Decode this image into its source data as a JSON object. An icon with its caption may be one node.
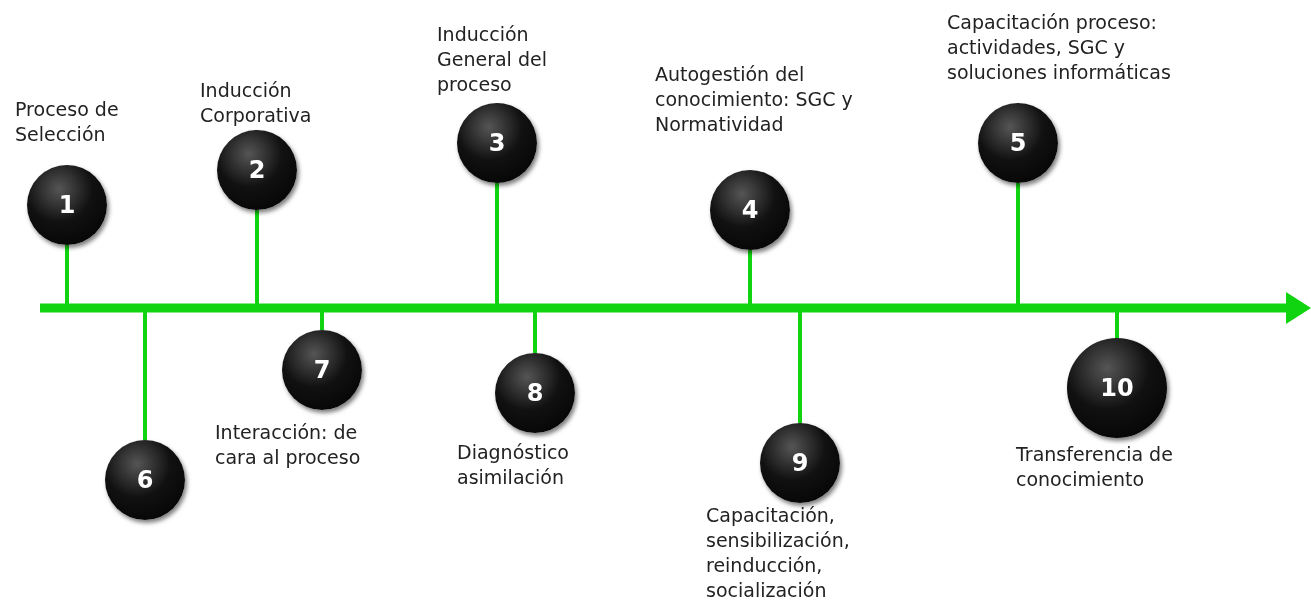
{
  "diagram": {
    "nodes": [
      {
        "text": [
          "1"
        ],
        "beside": [
          "Proceso de Selección"
        ]
      },
      {
        "text": [
          "2"
        ],
        "beside": [
          "Inducción Corporativa"
        ]
      },
      {
        "text": [
          "3"
        ],
        "beside": [
          "Inducción General del proceso"
        ]
      },
      {
        "text": [
          "4"
        ],
        "beside": [
          "Autogestión del conocimiento: SGC y Normatividad"
        ]
      },
      {
        "text": [
          "5"
        ],
        "beside": [
          "Capacitación proceso: actividades, SGC y soluciones informáticas"
        ]
      },
      {
        "text": [
          "6"
        ]
      },
      {
        "text": [
          "7"
        ],
        "beside": [
          "Interacción: de cara al proceso"
        ]
      },
      {
        "text": [
          "8"
        ],
        "beside": [
          "Diagnóstico asimilación"
        ]
      },
      {
        "text": [
          "9"
        ],
        "beside": [
          "Capacitación, sensibilización, reinducción, socialización"
        ]
      },
      {
        "text": [
          "10"
        ],
        "beside": [
          "Transferencia de conocimiento"
        ]
      },
      {
        "text": [],
        "shape": "bar"
      }
    ],
    "edges": [
      {
        "from": 0,
        "to": 10,
        "arrow": "none"
      },
      {
        "from": 1,
        "to": 10,
        "arrow": "none"
      },
      {
        "from": 2,
        "to": 10,
        "arrow": "none"
      },
      {
        "from": 3,
        "to": 10,
        "arrow": "none"
      },
      {
        "from": 4,
        "to": 10,
        "arrow": "none"
      },
      {
        "from": 5,
        "to": 10,
        "arrow": "none"
      },
      {
        "from": 6,
        "to": 10,
        "arrow": "none"
      },
      {
        "from": 7,
        "to": 10,
        "arrow": "none"
      },
      {
        "from": 8,
        "to": 10,
        "arrow": "none"
      },
      {
        "from": 9,
        "to": 10,
        "arrow": "none"
      }
    ]
  }
}
